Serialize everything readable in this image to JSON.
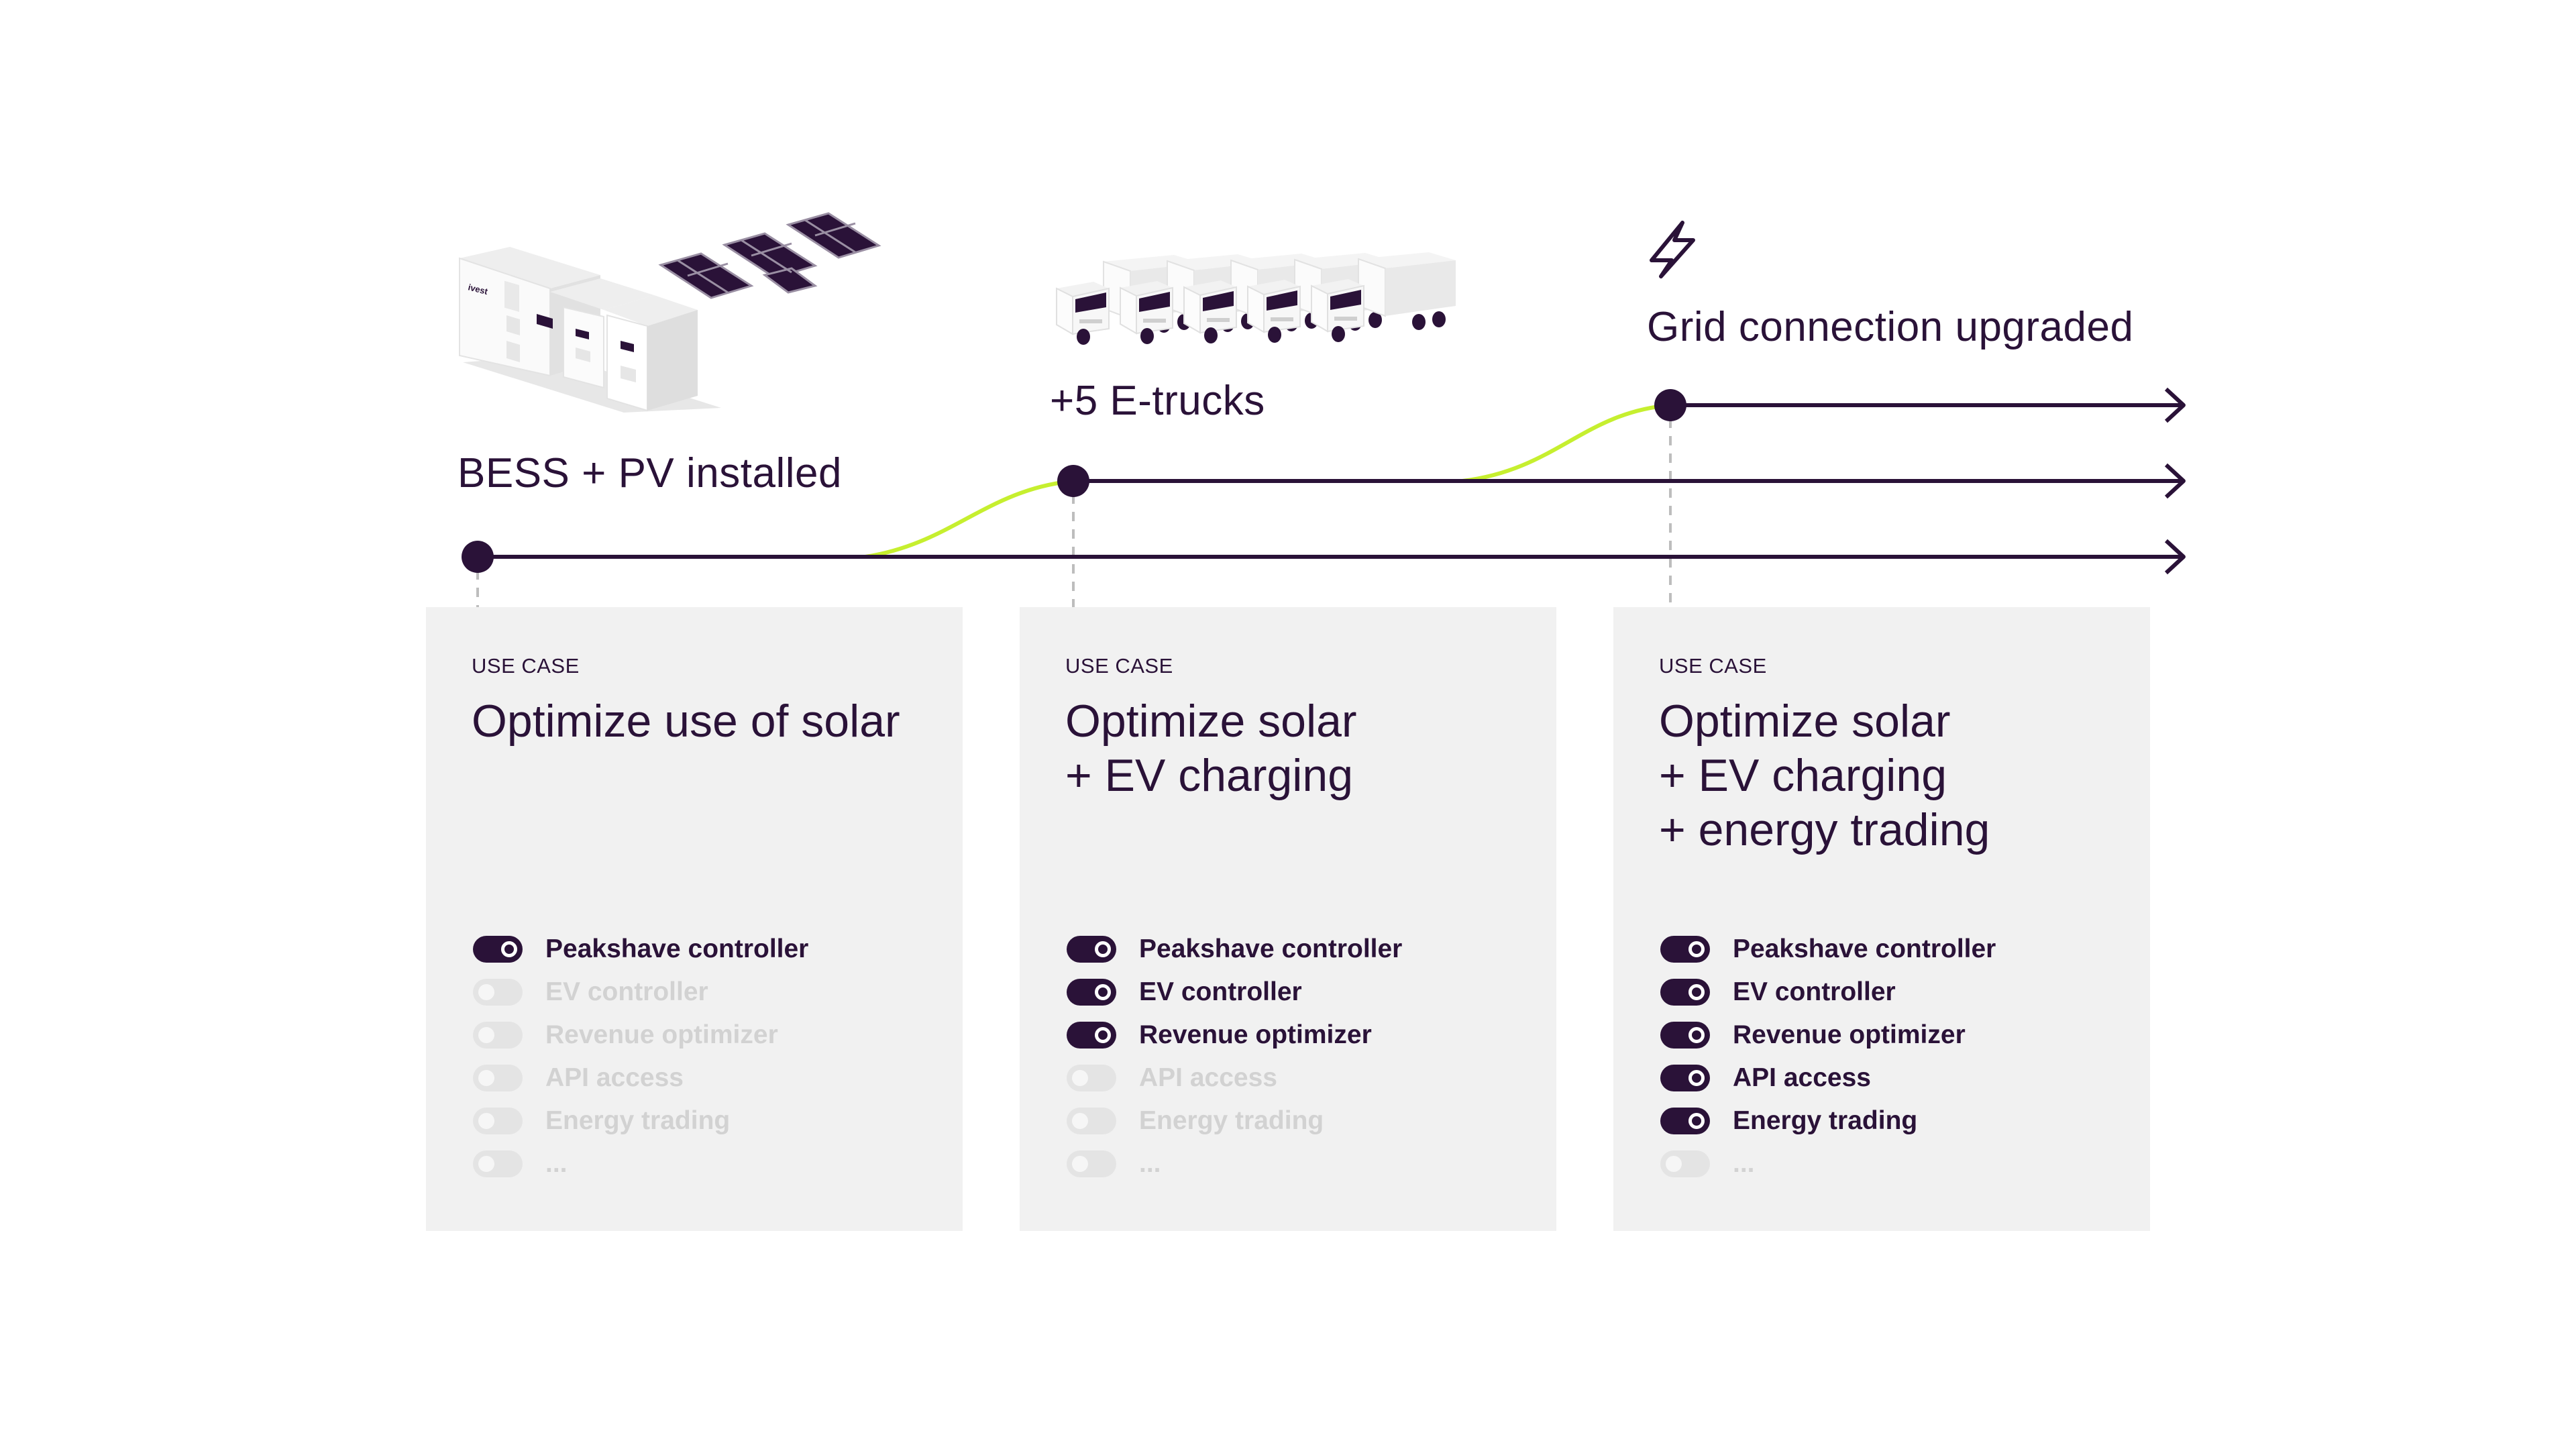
{
  "colors": {
    "primary": "#2a1238",
    "accent": "#c6ef2f",
    "card_bg": "#f1f1f1",
    "muted_text": "#d2d2d2",
    "toggle_off": "#e4e4e4",
    "guide": "#bdbdbd"
  },
  "milestones": [
    {
      "label": "BESS + PV installed",
      "illustration": "battery-storage-and-solar-panels",
      "brand_mark": "ivest"
    },
    {
      "label": "+5 E-trucks",
      "illustration": "electric-trucks"
    },
    {
      "label": "Grid connection upgraded",
      "illustration": "lightning-bolt-icon"
    }
  ],
  "cards": [
    {
      "eyebrow": "USE CASE",
      "title_lines": [
        "Optimize use of solar"
      ],
      "features": [
        {
          "label": "Peakshave controller",
          "enabled": true
        },
        {
          "label": "EV controller",
          "enabled": false
        },
        {
          "label": "Revenue optimizer",
          "enabled": false
        },
        {
          "label": "API access",
          "enabled": false
        },
        {
          "label": "Energy trading",
          "enabled": false
        },
        {
          "label": "...",
          "enabled": false
        }
      ]
    },
    {
      "eyebrow": "USE CASE",
      "title_lines": [
        "Optimize solar",
        "+ EV charging"
      ],
      "features": [
        {
          "label": "Peakshave controller",
          "enabled": true
        },
        {
          "label": "EV controller",
          "enabled": true
        },
        {
          "label": "Revenue optimizer",
          "enabled": true
        },
        {
          "label": "API access",
          "enabled": false
        },
        {
          "label": "Energy trading",
          "enabled": false
        },
        {
          "label": "...",
          "enabled": false
        }
      ]
    },
    {
      "eyebrow": "USE CASE",
      "title_lines": [
        "Optimize solar",
        "+ EV charging",
        "+ energy trading"
      ],
      "features": [
        {
          "label": "Peakshave controller",
          "enabled": true
        },
        {
          "label": "EV controller",
          "enabled": true
        },
        {
          "label": "Revenue optimizer",
          "enabled": true
        },
        {
          "label": "API access",
          "enabled": true
        },
        {
          "label": "Energy trading",
          "enabled": true
        },
        {
          "label": "...",
          "enabled": false
        }
      ]
    }
  ]
}
